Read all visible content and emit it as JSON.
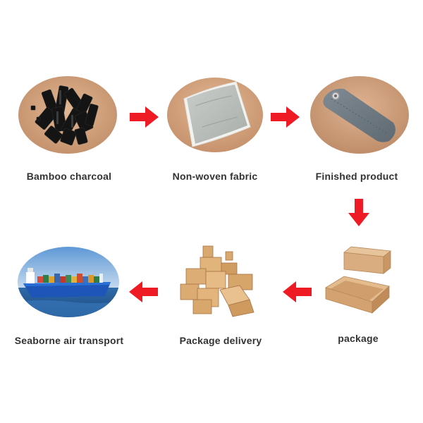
{
  "colors": {
    "arrow": "#ee1b24",
    "label_text": "#333333",
    "background": "#ffffff"
  },
  "steps": [
    {
      "label": "Bamboo charcoal"
    },
    {
      "label": "Non-woven fabric"
    },
    {
      "label": "Finished product"
    },
    {
      "label": "package"
    },
    {
      "label": "Package delivery"
    },
    {
      "label": "Seaborne air transport"
    }
  ],
  "arrows": [
    {
      "direction": "right"
    },
    {
      "direction": "right"
    },
    {
      "direction": "down"
    },
    {
      "direction": "left"
    },
    {
      "direction": "left"
    }
  ]
}
